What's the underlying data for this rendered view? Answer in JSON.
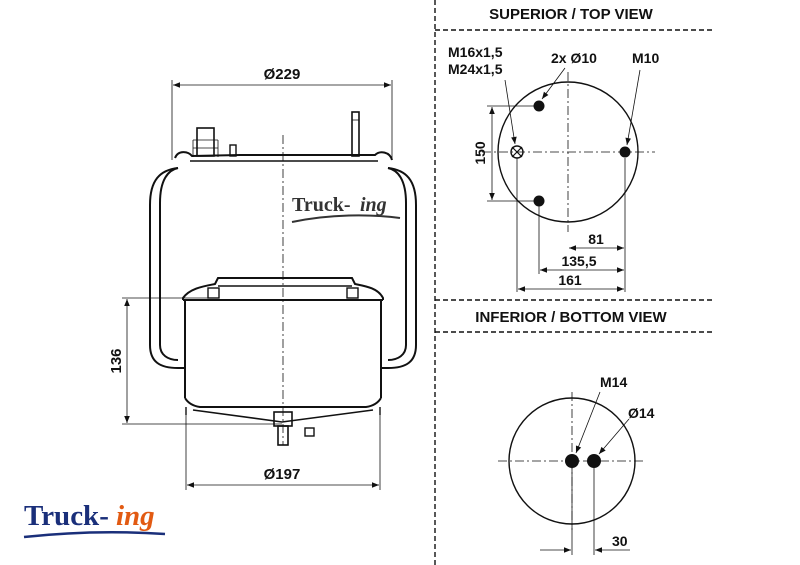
{
  "brand": {
    "logo_text": "Truck-ing",
    "logo_part1": "Truck-",
    "logo_part2": "ing",
    "colors": {
      "navy": "#1a2f7a",
      "orange": "#e25a12",
      "gray": "#333333"
    }
  },
  "side_view": {
    "top_diameter": "Ø229",
    "height": "136",
    "bottom_diameter": "Ø197"
  },
  "top_view": {
    "title": "SUPERIOR / TOP VIEW",
    "thread_a": "M16x1,5",
    "thread_b": "M24x1,5",
    "holes": "2x Ø10",
    "bolt": "M10",
    "dim_150": "150",
    "dim_81": "81",
    "dim_135": "135,5",
    "dim_161": "161"
  },
  "bottom_view": {
    "title": "INFERIOR / BOTTOM VIEW",
    "thread": "M14",
    "hole": "Ø14",
    "offset": "30"
  }
}
